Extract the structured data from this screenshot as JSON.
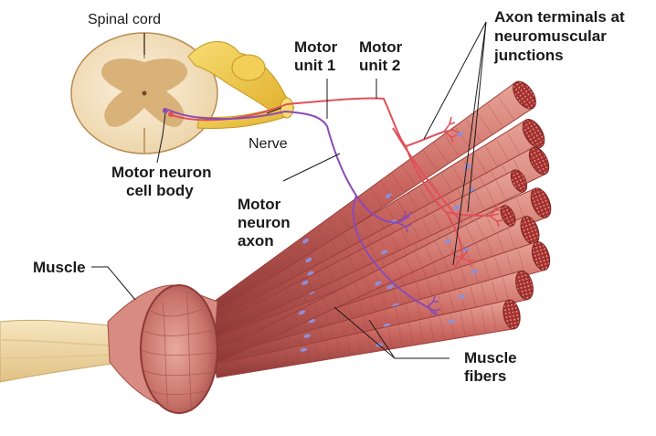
{
  "labels": {
    "spinal_cord": "Spinal cord",
    "motor_unit_1": [
      "Motor",
      "unit 1"
    ],
    "motor_unit_2": [
      "Motor",
      "unit 2"
    ],
    "axon_terminals": [
      "Axon terminals at",
      "neuromuscular",
      "junctions"
    ],
    "nerve": "Nerve",
    "motor_neuron_cell_body": [
      "Motor neuron",
      "cell body"
    ],
    "motor_neuron_axon": [
      "Motor",
      "neuron",
      "axon"
    ],
    "muscle": "Muscle",
    "muscle_fibers": [
      "Muscle",
      "fibers"
    ]
  },
  "colors": {
    "fiber": "#c8645e",
    "fiber_dark": "#9c3f3c",
    "fiber_light": "#e39a90",
    "nucleus": "#8f8fd8",
    "axon_unit_1": "#8a4bb5",
    "axon_unit_2": "#e0505a",
    "nerve": "#f2c94c",
    "cord_white": "#f6e7cc",
    "cord_gray": "#d9b27a",
    "tendon": "#f2d9a8"
  }
}
